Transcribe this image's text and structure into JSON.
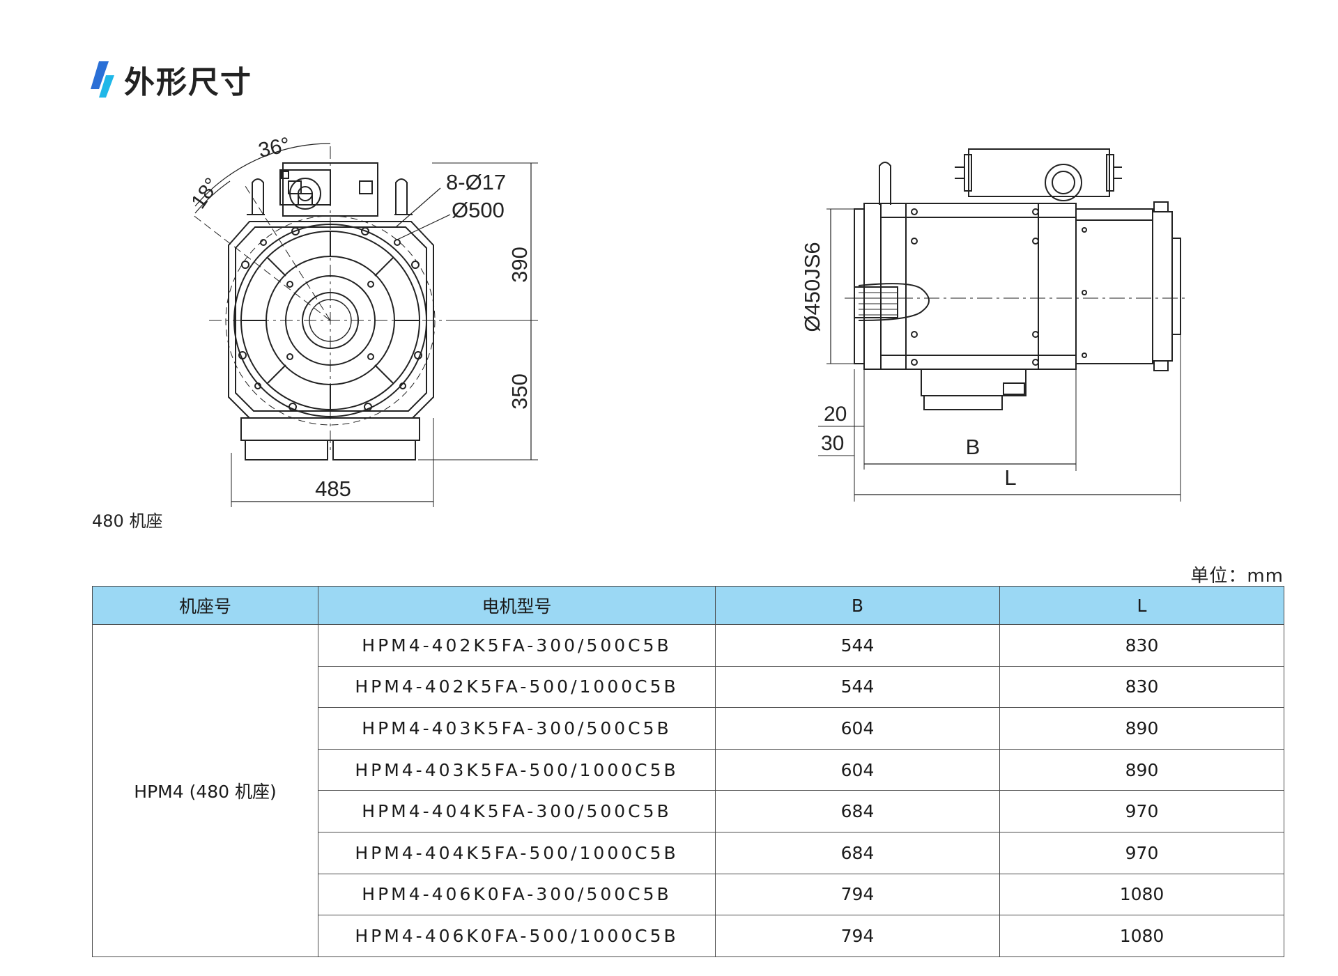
{
  "section_title": "外形尺寸",
  "brand_color": "#2a6fd6",
  "accent_color": "#1fb7e8",
  "header_color": "#9bd8f4",
  "front_view": {
    "angle_a": "36°",
    "angle_b": "18°",
    "holes": "8-Ø17",
    "pcd": "Ø500",
    "height_top": "390",
    "height_bottom": "350",
    "width": "485"
  },
  "side_view": {
    "spigot": "Ø450JS6",
    "flange_a": "20",
    "flange_b": "30",
    "dim_b": "B",
    "dim_l": "L"
  },
  "frame_caption": "480 机座",
  "unit_note": "单位：mm",
  "table": {
    "headers": [
      "机座号",
      "电机型号",
      "B",
      "L"
    ],
    "frame": "HPM4 (480 机座)",
    "rows": [
      {
        "model": "HPM4-402K5FA-300/500C5B",
        "b": "544",
        "l": "830"
      },
      {
        "model": "HPM4-402K5FA-500/1000C5B",
        "b": "544",
        "l": "830"
      },
      {
        "model": "HPM4-403K5FA-300/500C5B",
        "b": "604",
        "l": "890"
      },
      {
        "model": "HPM4-403K5FA-500/1000C5B",
        "b": "604",
        "l": "890"
      },
      {
        "model": "HPM4-404K5FA-300/500C5B",
        "b": "684",
        "l": "970"
      },
      {
        "model": "HPM4-404K5FA-500/1000C5B",
        "b": "684",
        "l": "970"
      },
      {
        "model": "HPM4-406K0FA-300/500C5B",
        "b": "794",
        "l": "1080"
      },
      {
        "model": "HPM4-406K0FA-500/1000C5B",
        "b": "794",
        "l": "1080"
      }
    ]
  }
}
